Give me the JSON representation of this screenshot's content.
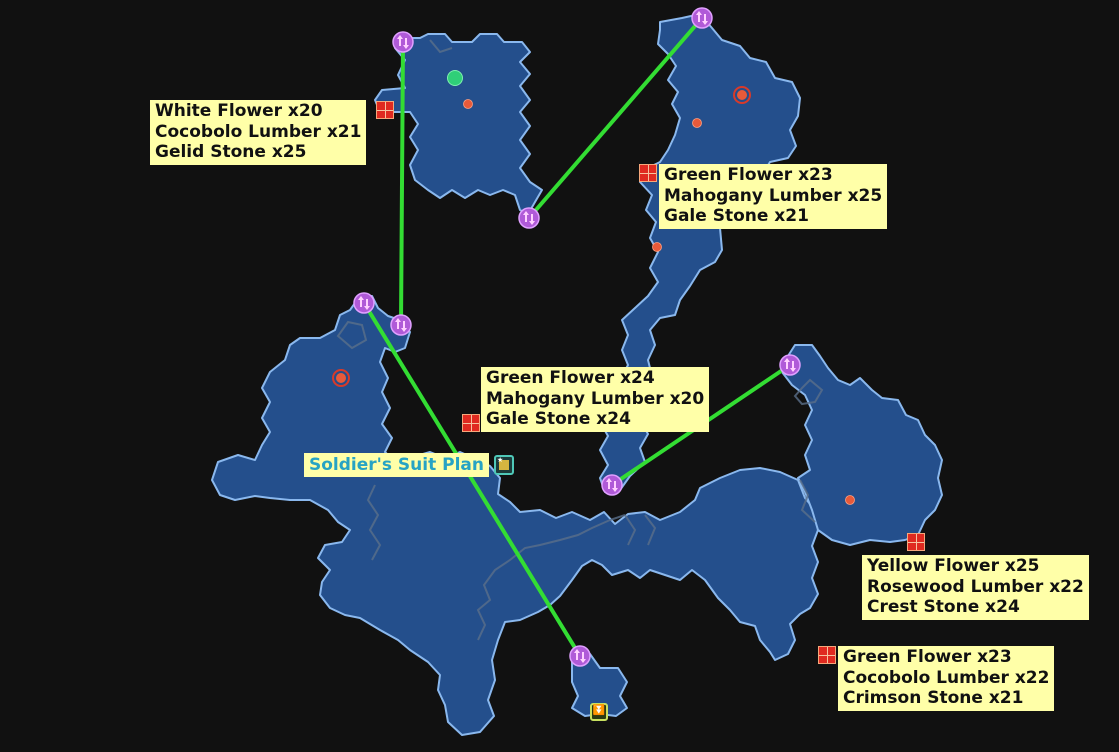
{
  "map": {
    "background_color": "#111111",
    "land_color": "#244f8c",
    "border_color": "#8ab8ee",
    "route_color": "#33dd33"
  },
  "chest_labels": [
    {
      "id": "chest-nw",
      "lines": [
        "White Flower x20",
        "Cocobolo Lumber x21",
        "Gelid Stone x25"
      ]
    },
    {
      "id": "chest-ne",
      "lines": [
        "Green Flower x23",
        "Mahogany Lumber x25",
        "Gale Stone x21"
      ]
    },
    {
      "id": "chest-center",
      "lines": [
        "Green Flower x24",
        "Mahogany Lumber x20",
        "Gale Stone x24"
      ]
    },
    {
      "id": "chest-east",
      "lines": [
        "Yellow Flower x25",
        "Rosewood Lumber x22",
        "Crest Stone x24"
      ]
    },
    {
      "id": "chest-se",
      "lines": [
        "Green Flower x23",
        "Cocobolo Lumber x22",
        "Crimson Stone x21"
      ]
    }
  ],
  "plan": {
    "label": "Soldier's Suit Plan",
    "color": "#27a3c4"
  },
  "exit": {
    "icon": "double-chevron-down"
  }
}
